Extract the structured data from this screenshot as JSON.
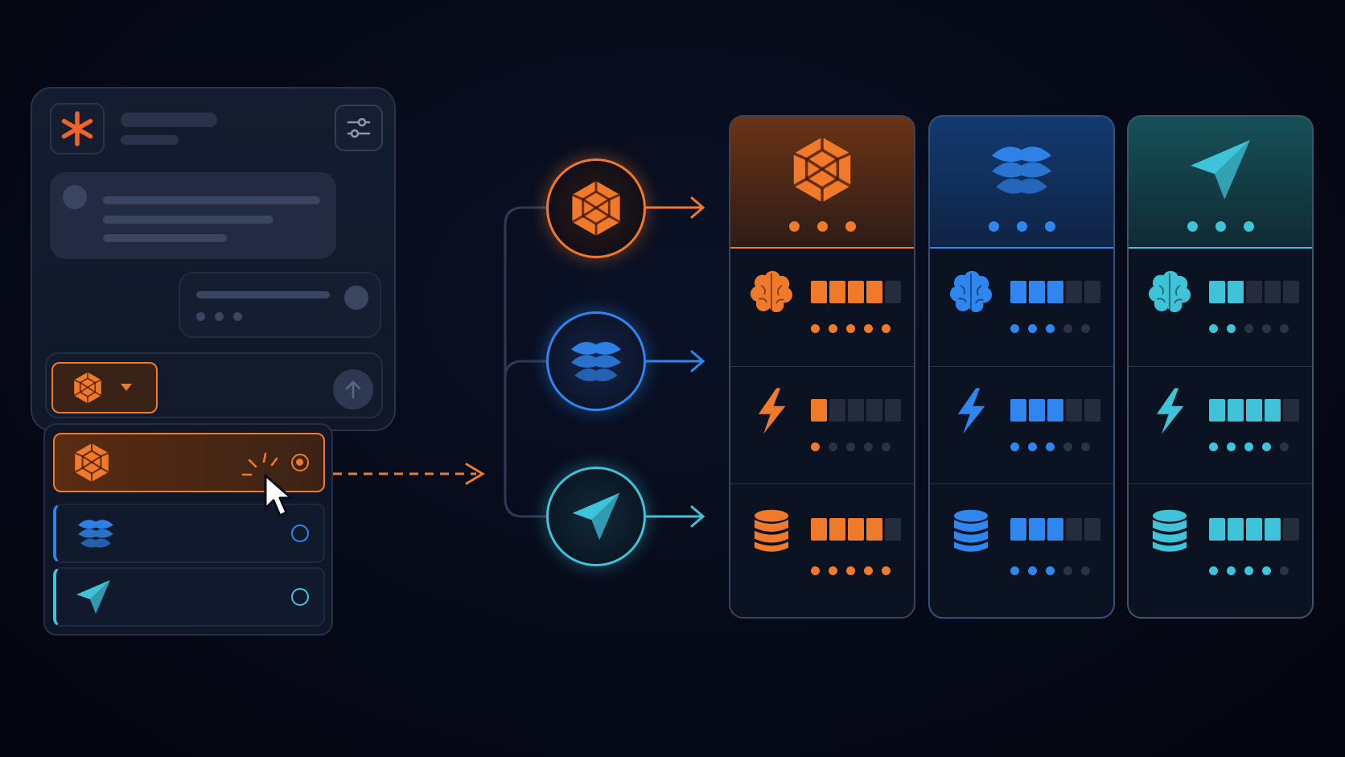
{
  "colors": {
    "orange": "#f07a2a",
    "blue": "#2f86ee",
    "teal": "#3ec3d8",
    "empty_segment": "#242c3e",
    "empty_dot": "#2a3244"
  },
  "chat_panel": {
    "logo_icon": "asterisk-logo-icon",
    "settings_icon": "sliders-icon",
    "send_icon": "arrow-up-icon",
    "selected_model_icon": "hexagon-gem-icon",
    "dropdown_icon": "caret-down-icon"
  },
  "dropdown_options": [
    {
      "icon": "hexagon-gem-icon",
      "selected": true,
      "color": "#f07a2a"
    },
    {
      "icon": "layered-waves-icon",
      "selected": false,
      "color": "#2f86ee"
    },
    {
      "icon": "paper-plane-icon",
      "selected": false,
      "color": "#3ec3d8"
    }
  ],
  "models": [
    {
      "icon": "hexagon-gem-icon",
      "color": "#f07a2a",
      "metrics": [
        {
          "icon": "brain-icon",
          "bar_level": 4,
          "dot_level": 5
        },
        {
          "icon": "lightning-icon",
          "bar_level": 1,
          "dot_level": 1
        },
        {
          "icon": "database-icon",
          "bar_level": 4,
          "dot_level": 5
        }
      ]
    },
    {
      "icon": "layered-waves-icon",
      "color": "#2f86ee",
      "metrics": [
        {
          "icon": "brain-icon",
          "bar_level": 3,
          "dot_level": 3
        },
        {
          "icon": "lightning-icon",
          "bar_level": 3,
          "dot_level": 3
        },
        {
          "icon": "database-icon",
          "bar_level": 3,
          "dot_level": 3
        }
      ]
    },
    {
      "icon": "paper-plane-icon",
      "color": "#3ec3d8",
      "metrics": [
        {
          "icon": "brain-icon",
          "bar_level": 2,
          "dot_level": 2
        },
        {
          "icon": "lightning-icon",
          "bar_level": 4,
          "dot_level": 4
        },
        {
          "icon": "database-icon",
          "bar_level": 4,
          "dot_level": 4
        }
      ]
    }
  ],
  "scale_max": 5
}
